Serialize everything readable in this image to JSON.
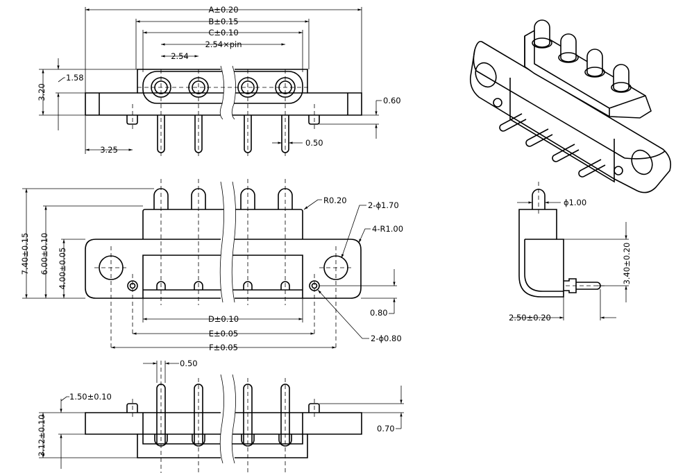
{
  "top_view": {
    "dim_a": "A±0.20",
    "dim_b": "B±0.15",
    "dim_c": "C±0.10",
    "dim_pitch_pin": "2.54×pin",
    "dim_pitch": "2.54",
    "dim_158": "1.58",
    "dim_320": "3.20",
    "dim_060": "0.60",
    "dim_325": "3.25",
    "dim_050": "0.50"
  },
  "front_view": {
    "dim_r020": "R0.20",
    "dim_2phi170": "2-ϕ1.70",
    "dim_4r100": "4-R1.00",
    "dim_740": "7.40±0.15",
    "dim_600": "6.00±0.10",
    "dim_400": "4.00±0.05",
    "dim_080": "0.80",
    "dim_d": "D±0.10",
    "dim_e": "E±0.05",
    "dim_f": "F±0.05",
    "dim_2phi080": "2-ϕ0.80"
  },
  "bottom_view": {
    "dim_050": "0.50",
    "dim_150": "1.50±0.10",
    "dim_312": "3.12±0.10",
    "dim_070": "0.70"
  },
  "side_view": {
    "dim_phi100": "ϕ1.00",
    "dim_340": "3.40±0.20",
    "dim_250": "2.50±0.20"
  }
}
